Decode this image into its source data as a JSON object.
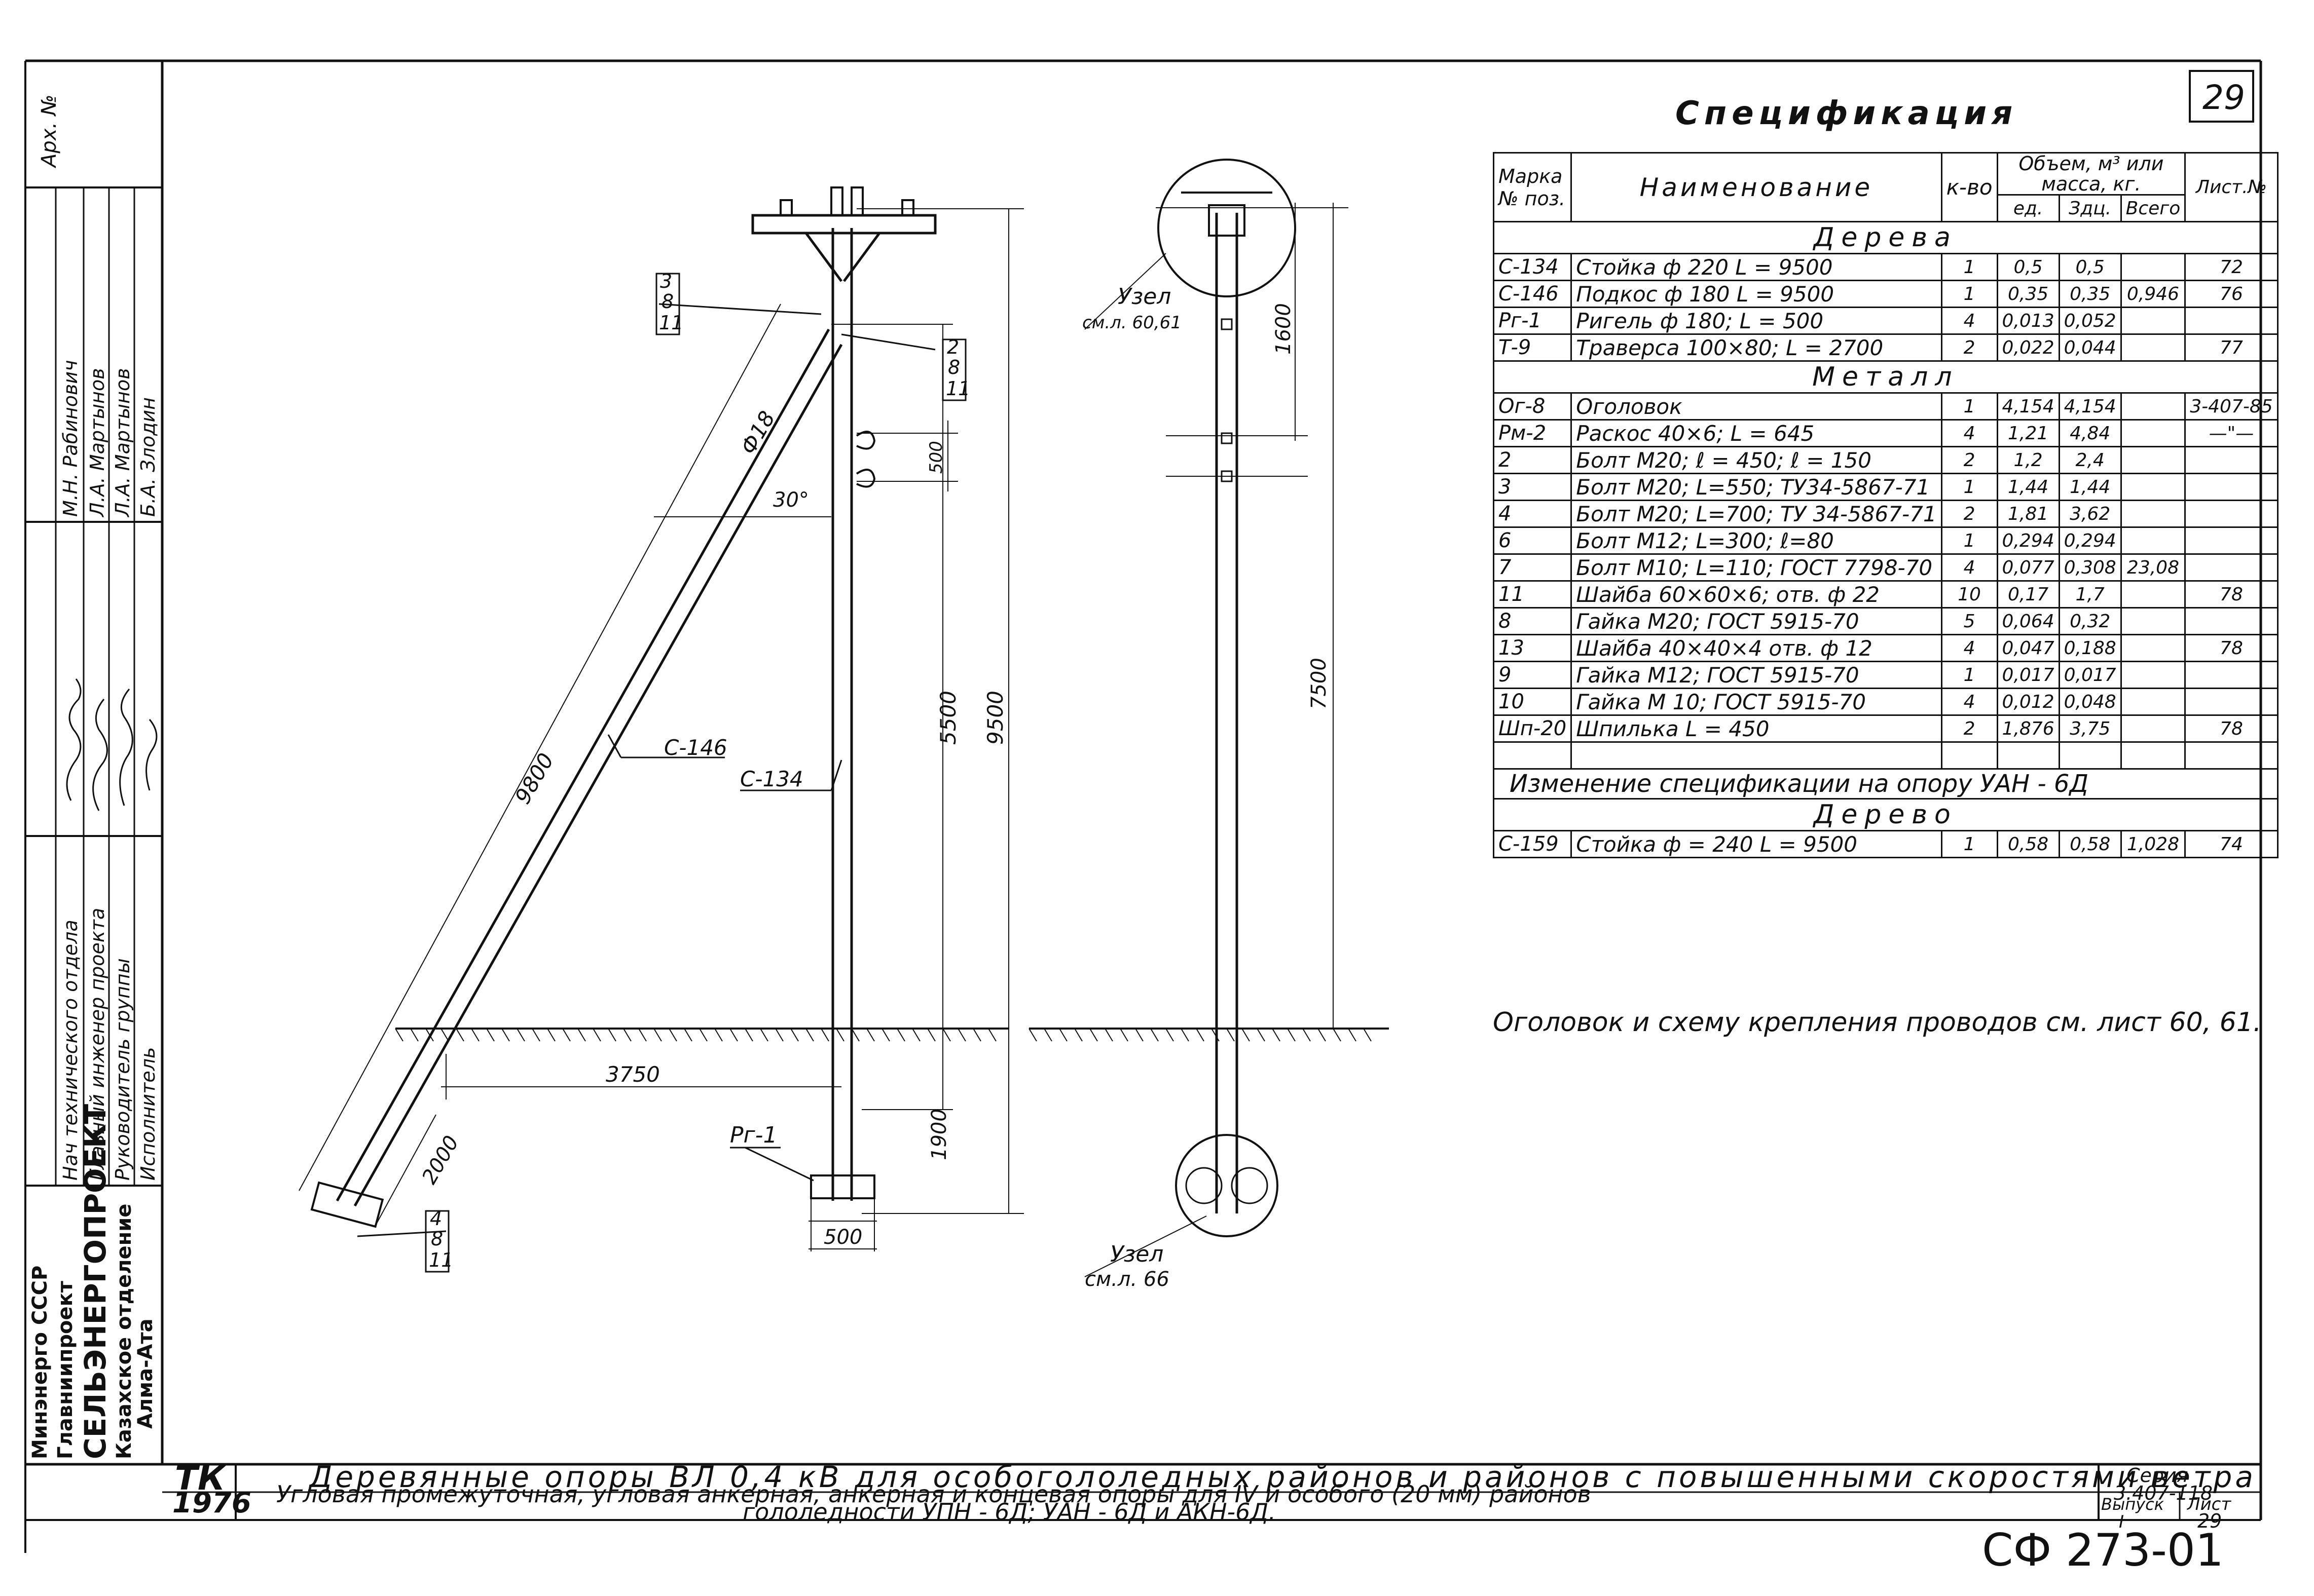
{
  "sheet": {
    "number": "29"
  },
  "left_column": {
    "archive_label": "Арх. №",
    "roles": [
      "Нач технического отдела",
      "Главный инженер проекта",
      "Руководитель группы",
      "Исполнитель"
    ],
    "names": [
      "М.Н. Рабинович",
      "Л.А. Мартынов",
      "Л.А. Мартынов",
      "Б.А. Злодин"
    ],
    "org": [
      "Минэнерго СССР",
      "Главниипроект",
      "СЕЛЬЭНЕРГОПРОЕКТ",
      "Казахское отделение",
      "Алма-Ата"
    ]
  },
  "drawing": {
    "labels": {
      "detail_top_left": [
        "3",
        "8",
        "11"
      ],
      "detail_right": [
        "2",
        "8",
        "11"
      ],
      "detail_bottom": [
        "4",
        "8",
        "11"
      ],
      "dia": "Ф18",
      "angle": "30°",
      "brace_len": "9800",
      "brace": "С-146",
      "post": "С-134",
      "d500": "500",
      "d5500": "5500",
      "d9500": "9500",
      "d3750": "3750",
      "d2000": "2000",
      "d1900": "1900",
      "d500b": "500",
      "rigel": "Рг-1",
      "node_top": [
        "Узел",
        "см.л. 60,61"
      ],
      "d1600": "1600",
      "d7500": "7500",
      "node_bottom": [
        "Узел",
        "см.л. 66"
      ]
    }
  },
  "spec": {
    "title": "Спецификация",
    "headers": {
      "mark": [
        "Марка",
        "№ поз."
      ],
      "name": "Наименование",
      "qty": "к-во",
      "volume": [
        "Объем, м³ или",
        "масса, кг."
      ],
      "unit": "ед.",
      "dtl": "Здц.",
      "total": "Всего",
      "sheet": "Лист.№"
    },
    "sections": [
      {
        "title": "Дерева",
        "rows": [
          [
            "С-134",
            "Стойка  ф 220        L = 9500",
            "1",
            "0,5",
            "0,5",
            "",
            "72"
          ],
          [
            "С-146",
            "Подкос  ф  180        L = 9500",
            "1",
            "0,35",
            "0,35",
            "0,946",
            "76"
          ],
          [
            "Рг-1",
            "Ригель  ф  180;        L = 500",
            "4",
            "0,013",
            "0,052",
            "",
            ""
          ],
          [
            "Т-9",
            "Траверса 100×80;  L = 2700",
            "2",
            "0,022",
            "0,044",
            "",
            "77"
          ]
        ]
      },
      {
        "title": "Металл",
        "rows": [
          [
            "Ог-8",
            "Оголовок",
            "1",
            "4,154",
            "4,154",
            "",
            "3-407-85"
          ],
          [
            "Рм-2",
            "Раскос  40×6;        L = 645",
            "4",
            "1,21",
            "4,84",
            "",
            "—\"—"
          ],
          [
            "2",
            "Болт  М20;  ℓ = 450;  ℓ = 150",
            "2",
            "1,2",
            "2,4",
            "",
            ""
          ],
          [
            "3",
            "Болт  М20;  L=550; ТУ34-5867-71",
            "1",
            "1,44",
            "1,44",
            "",
            ""
          ],
          [
            "4",
            "Болт  М20;  L=700; ТУ 34-5867-71",
            "2",
            "1,81",
            "3,62",
            "",
            ""
          ],
          [
            "6",
            "Болт  М12;  L=300; ℓ=80",
            "1",
            "0,294",
            "0,294",
            "",
            ""
          ],
          [
            "7",
            "Болт  М10;  L=110; ГОСТ 7798-70",
            "4",
            "0,077",
            "0,308",
            "23,08",
            ""
          ],
          [
            "11",
            "Шайба 60×60×6;  отв. ф 22",
            "10",
            "0,17",
            "1,7",
            "",
            "78"
          ],
          [
            "8",
            "Гайка  М20;  ГОСТ  5915-70",
            "5",
            "0,064",
            "0,32",
            "",
            ""
          ],
          [
            "13",
            "Шайба  40×40×4   отв. ф 12",
            "4",
            "0,047",
            "0,188",
            "",
            "78"
          ],
          [
            "9",
            "Гайка   М12;   ГОСТ 5915-70",
            "1",
            "0,017",
            "0,017",
            "",
            ""
          ],
          [
            "10",
            "Гайка  М 10;   ГОСТ 5915-70",
            "4",
            "0,012",
            "0,048",
            "",
            ""
          ],
          [
            "Шп-20",
            "Шпилька   L = 450",
            "2",
            "1,876",
            "3,75",
            "",
            "78"
          ],
          [
            "",
            "",
            "",
            "",
            "",
            "",
            ""
          ]
        ]
      }
    ],
    "change_title": "Изменение  спецификации  на  опору    УАН - 6Д",
    "change_section": "Дерево",
    "change_rows": [
      [
        "С-159",
        "Стойка  ф = 240     L = 9500",
        "1",
        "0,58",
        "0,58",
        "1,028",
        "74"
      ]
    ]
  },
  "note": "Оголовок  и  схему  крепления  проводов  см. лист  60, 61.",
  "title_block": {
    "code": "ТК",
    "year": "1976",
    "title1": "Деревянные   опоры  ВЛ 0,4 кВ  для  особогололедных  районов  и районов с повышенными скоростями  ветра",
    "title2a": "Угловая промежуточная, угловая анкерная, анкерная и концевая  опоры  для   IV  и  особого  (20 мм)  районов",
    "title2b": "гололедности  УПН - 6Д;  УАН - 6Д  и  АКН-6Д.",
    "series_label": "Серия",
    "series_value": "3.407-118",
    "issue_label": "Выпуск",
    "issue_value": "I",
    "sheet_label": "Лист",
    "sheet_value": "29"
  },
  "stamp": "СФ 273-01"
}
